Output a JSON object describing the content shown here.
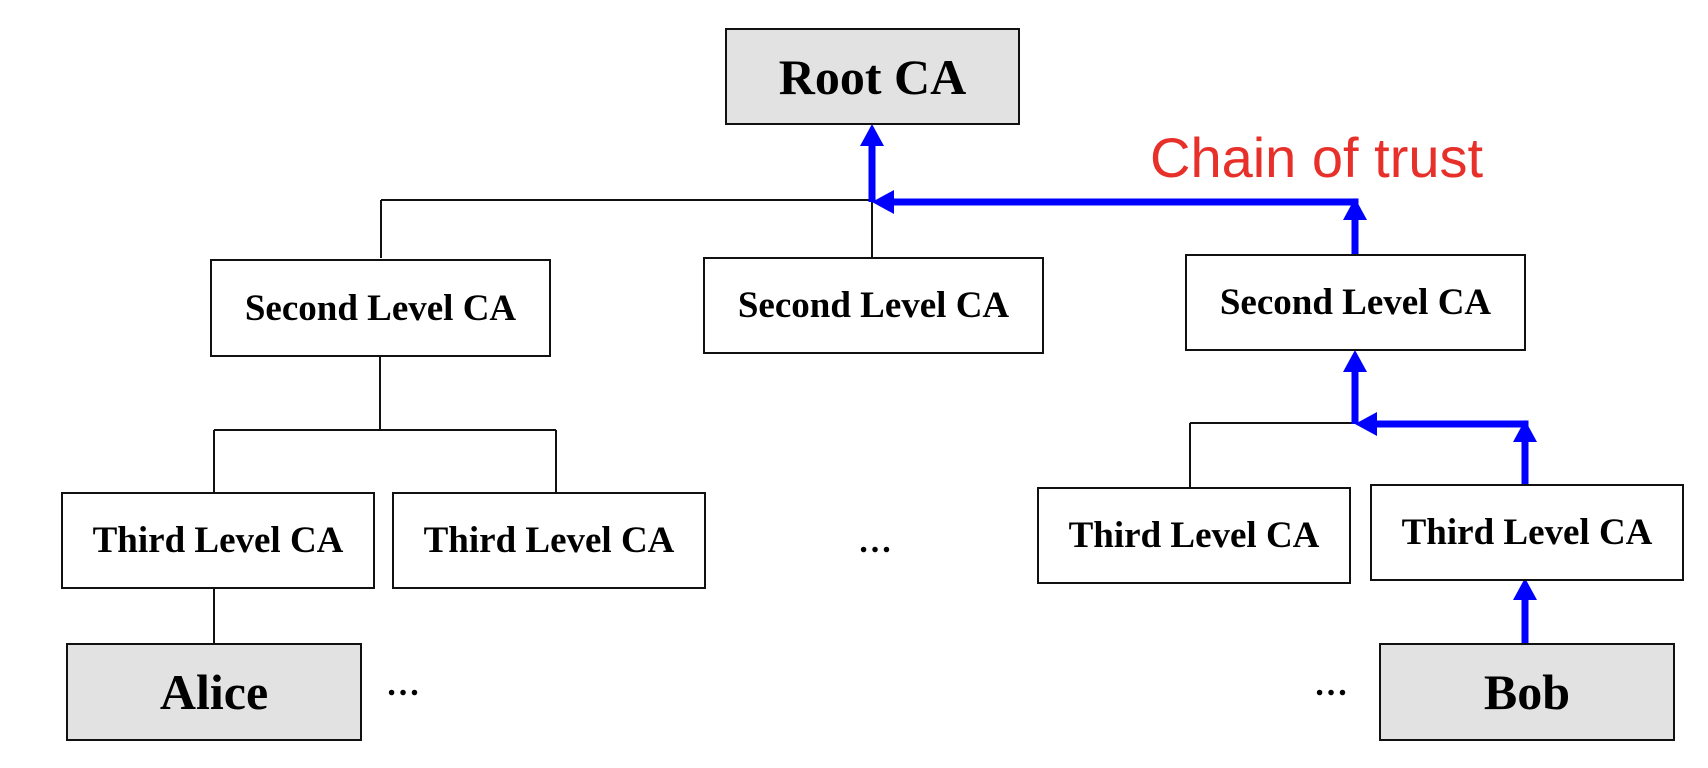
{
  "nodes": {
    "root": "Root CA",
    "second_left": "Second Level CA",
    "second_middle": "Second Level CA",
    "second_right": "Second Level CA",
    "third_1": "Third Level CA",
    "third_2": "Third Level CA",
    "third_3": "Third Level CA",
    "third_4": "Third Level CA",
    "alice": "Alice",
    "bob": "Bob"
  },
  "ellipses": {
    "middle": "…",
    "after_alice": "…",
    "before_bob": "…"
  },
  "chain_label": "Chain of trust",
  "colors": {
    "chain": "#0000ff",
    "chain_label": "#e8302a",
    "entity_fill": "#e2e2e2",
    "lines": "#111111"
  }
}
